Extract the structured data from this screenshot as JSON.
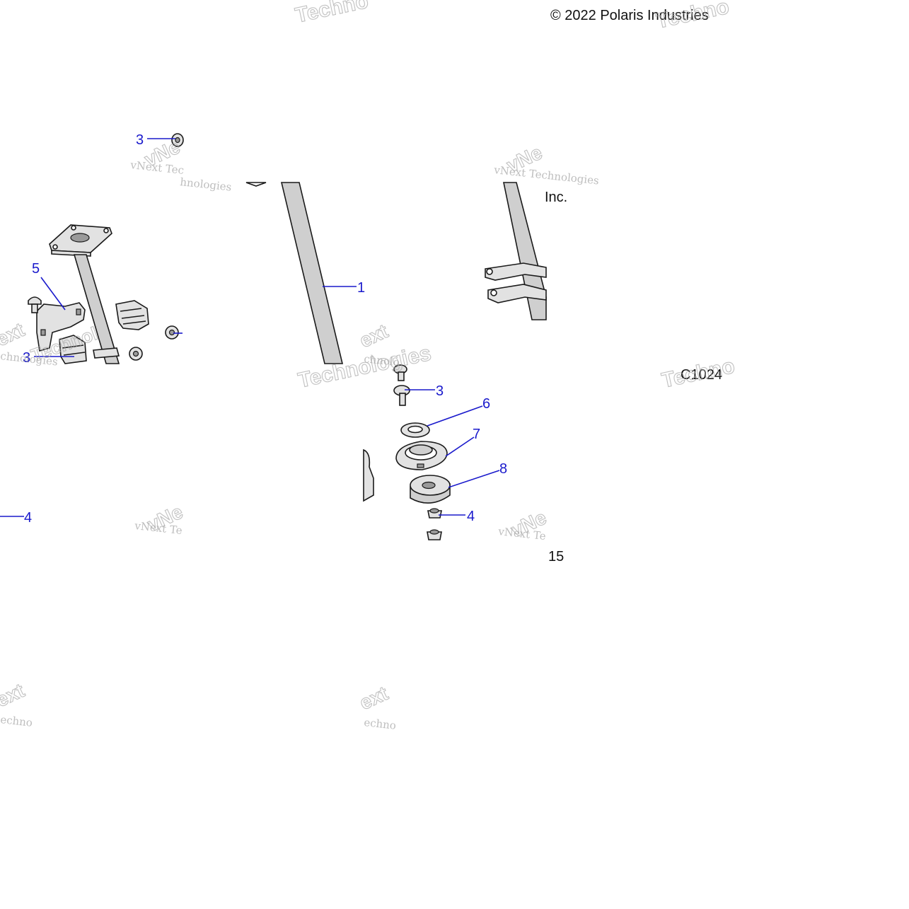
{
  "copyright": "© 2022 Polaris Industries",
  "header_fragment": "Inc.",
  "diagram_code": "C1024",
  "page_number": "15",
  "callouts": [
    "1",
    "3",
    "5",
    "3",
    "4",
    "3",
    "6",
    "7",
    "8",
    "4"
  ],
  "watermark": {
    "company": "vNext Technologies",
    "frag_technologies": "Technologies",
    "frag_techno": "Techno",
    "frag_technol": "Technol",
    "frag_ext": "ext",
    "frag_vne": "vNe",
    "frag_chnologies": "chnologies",
    "frag_chnolo": "chnolo",
    "frag_echno": "echno",
    "frag_tec": "vNext Tec",
    "frag_te": "vNext Te",
    "frag_hnologies": "hnologies"
  }
}
